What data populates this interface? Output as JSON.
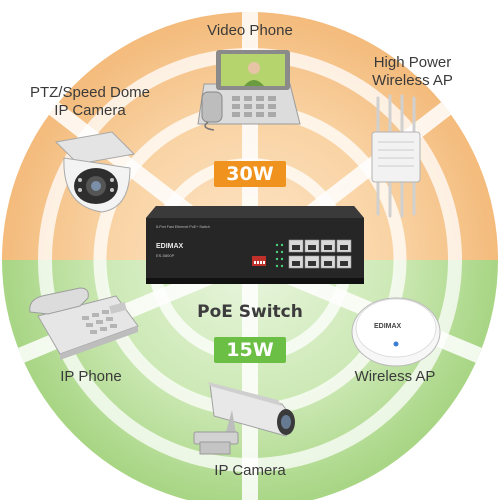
{
  "diagram": {
    "center_label": "PoE Switch",
    "high_power_badge": {
      "text": "30W",
      "color": "#f0921e"
    },
    "standard_badge": {
      "text": "15W",
      "color": "#6cbf45"
    },
    "upper_zone_color": "#f7c992",
    "lower_zone_color": "#b5dc94",
    "switch": {
      "brand": "EDIMAX",
      "model": "ES-5800P",
      "subtitle": "8-Port Fast Ethernet PoE+ Switch"
    },
    "ap_brand": "EDIMAX",
    "devices": [
      {
        "id": "video-phone",
        "label": [
          "Video Phone"
        ],
        "icon": "video-phone-icon",
        "power": "30W"
      },
      {
        "id": "ptz-camera",
        "label": [
          "PTZ/Speed Dome",
          "IP Camera"
        ],
        "icon": "dome-camera-icon",
        "power": "30W"
      },
      {
        "id": "high-power-ap",
        "label": [
          "High Power",
          "Wireless AP"
        ],
        "icon": "outdoor-ap-icon",
        "power": "30W"
      },
      {
        "id": "ip-phone",
        "label": [
          "IP Phone"
        ],
        "icon": "desk-phone-icon",
        "power": "15W"
      },
      {
        "id": "wireless-ap",
        "label": [
          "Wireless AP"
        ],
        "icon": "ceiling-ap-icon",
        "power": "15W"
      },
      {
        "id": "ip-camera",
        "label": [
          "IP Camera"
        ],
        "icon": "bullet-camera-icon",
        "power": "15W"
      }
    ]
  }
}
